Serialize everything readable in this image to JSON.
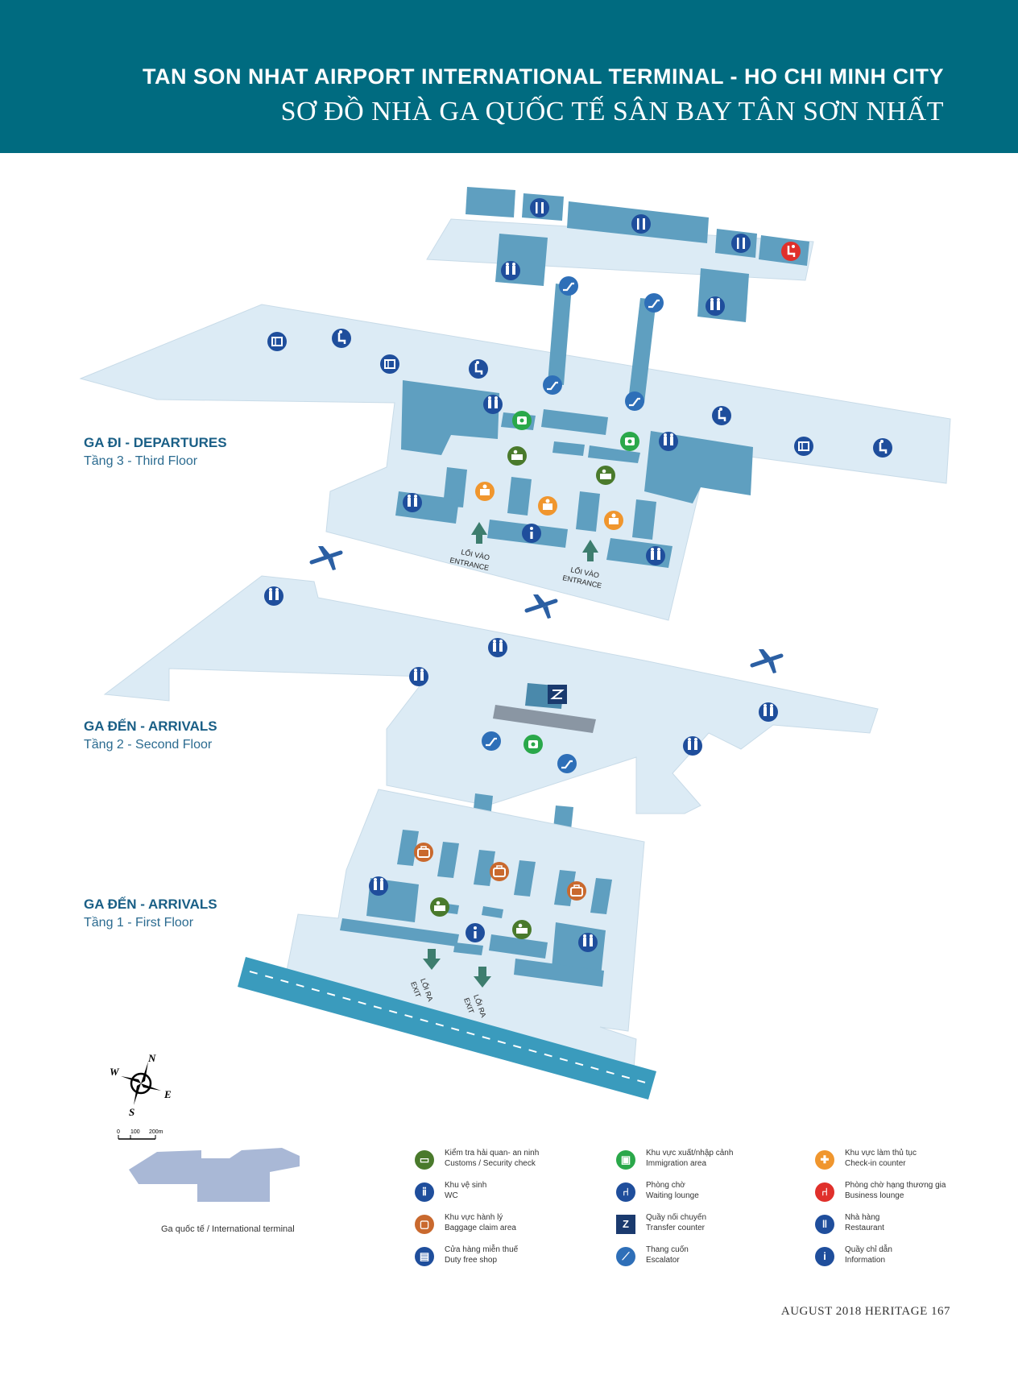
{
  "header": {
    "title_en": "TAN SON NHAT AIRPORT INTERNATIONAL TERMINAL - HO CHI MINH CITY",
    "title_vi": "SƠ ĐỒ NHÀ GA QUỐC TẾ SÂN BAY TÂN SƠN NHẤT",
    "background_color": "#006b80"
  },
  "floors": [
    {
      "name": "GA ĐI - DEPARTURES",
      "sub": "Tầng 3 - Third Floor"
    },
    {
      "name": "GA ĐẾN - ARRIVALS",
      "sub": "Tầng 2 - Second Floor"
    },
    {
      "name": "GA ĐẾN - ARRIVALS",
      "sub": "Tầng 1 - First Floor"
    }
  ],
  "map_labels": {
    "entrance_1": "LỐI VÀO",
    "entrance_1_en": "ENTRANCE",
    "entrance_2": "LỐI VÀO",
    "entrance_2_en": "ENTRANCE",
    "exit_1": "LỐI RA",
    "exit_1_en": "EXIT",
    "exit_2": "LỐI RA",
    "exit_2_en": "EXIT"
  },
  "compass": {
    "n": "N",
    "e": "E",
    "s": "S",
    "w": "W"
  },
  "scale": {
    "labels": [
      "0",
      "100",
      "200m"
    ]
  },
  "locator": {
    "caption": "Ga quốc tế / International terminal"
  },
  "legend": [
    {
      "icon": "customs-security-icon",
      "color": "#4a7a2c",
      "vi": "Kiểm tra hải quan- an ninh",
      "en": "Customs / Security check"
    },
    {
      "icon": "immigration-icon",
      "color": "#2aa84a",
      "vi": "Khu vực xuất/nhập cảnh",
      "en": "Immigration area"
    },
    {
      "icon": "check-in-icon",
      "color": "#f0962e",
      "vi": "Khu vực làm thủ tục",
      "en": "Check-in counter"
    },
    {
      "icon": "wc-icon",
      "color": "#1f4e9c",
      "vi": "Khu vệ sinh",
      "en": "WC"
    },
    {
      "icon": "waiting-lounge-icon",
      "color": "#1f4e9c",
      "vi": "Phòng chờ",
      "en": "Waiting lounge"
    },
    {
      "icon": "business-lounge-icon",
      "color": "#e0302b",
      "vi": "Phòng chờ hạng thương gia",
      "en": "Business lounge"
    },
    {
      "icon": "baggage-claim-icon",
      "color": "#c9692e",
      "vi": "Khu vực hành lý",
      "en": "Baggage claim area"
    },
    {
      "icon": "transfer-counter-icon",
      "color": "#1a3a6e",
      "vi": "Quầy nối chuyến",
      "en": "Transfer counter"
    },
    {
      "icon": "restaurant-icon",
      "color": "#1f4e9c",
      "vi": "Nhà hàng",
      "en": "Restaurant"
    },
    {
      "icon": "duty-free-icon",
      "color": "#1f4e9c",
      "vi": "Cửa hàng miễn thuế",
      "en": "Duty free shop"
    },
    {
      "icon": "escalator-icon",
      "color": "#2e6fb8",
      "vi": "Thang cuốn",
      "en": "Escalator"
    },
    {
      "icon": "information-icon",
      "color": "#1f4e9c",
      "vi": "Quầy chỉ dẫn",
      "en": "Information"
    }
  ],
  "footer": {
    "text": "AUGUST 2018 HERITAGE 167"
  },
  "colors": {
    "floor": "#dcebf5",
    "block": "#5f9fc0",
    "block_dark": "#4a89ab",
    "icon_blue": "#1f4e9c",
    "runway": "#3a9bbd"
  }
}
